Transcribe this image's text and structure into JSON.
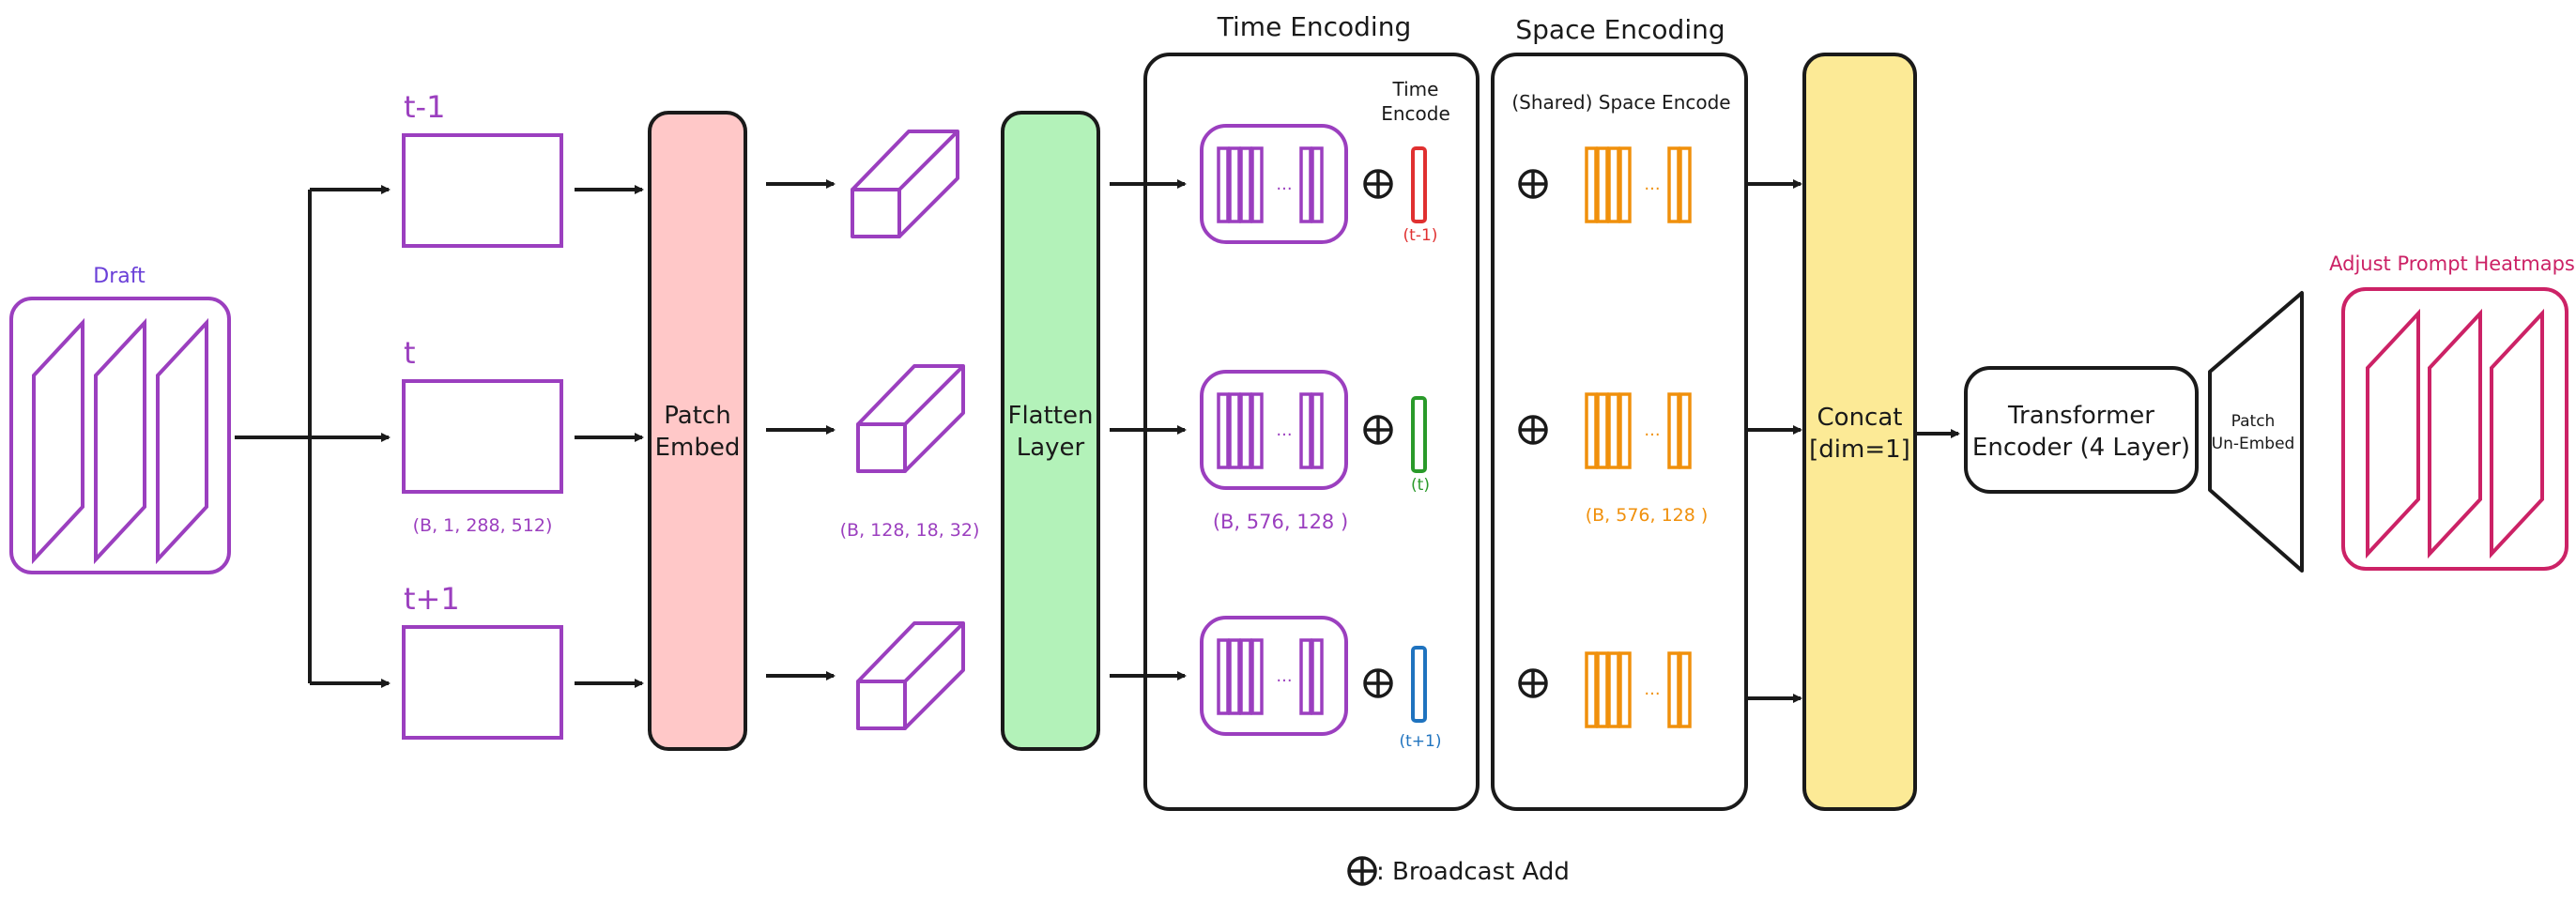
{
  "colors": {
    "purple": "#9b3fbf",
    "label_purple": "#9b3fbf",
    "draft_label": "#6a3fd8",
    "black": "#1a1a1a",
    "patch_embed_fill": "#ffc8c8",
    "flatten_fill": "#b3f2b9",
    "concat_fill": "#fcea96",
    "orange": "#f0900c",
    "red": "#e03030",
    "green": "#2a9a2a",
    "blue": "#1f73bf",
    "heatmap": "#cc2266"
  },
  "input": {
    "draft_label": "Draft",
    "frames": [
      {
        "label": "t-1"
      },
      {
        "label": "t"
      },
      {
        "label": "t+1"
      }
    ],
    "shape": "(B, 1, 288, 512)"
  },
  "patch_embed": {
    "line1": "Patch",
    "line2": "Embed"
  },
  "patches": {
    "shape": "(B, 128, 18, 32)"
  },
  "flatten": {
    "line1": "Flatten",
    "line2": "Layer"
  },
  "time_encoding": {
    "title": "Time Encoding",
    "encode_label_1": "Time",
    "encode_label_2": "Encode",
    "dots": "...",
    "shape": "(B, 576, 128 )",
    "tags": [
      {
        "label": "(t-1)",
        "color": "#e03030"
      },
      {
        "label": "(t)",
        "color": "#2a9a2a"
      },
      {
        "label": "(t+1)",
        "color": "#1f73bf"
      }
    ]
  },
  "space_encoding": {
    "title": "Space Encoding",
    "subtitle": "(Shared) Space Encode",
    "dots": "...",
    "shape": "(B, 576, 128 )"
  },
  "concat": {
    "line1": "Concat",
    "line2": "[dim=1]"
  },
  "transformer": {
    "line1": "Transformer",
    "line2": "Encoder (4 Layer)"
  },
  "unembed": {
    "line1": "Patch",
    "line2": "Un-Embed"
  },
  "output": {
    "label": "Adjust Prompt Heatmaps"
  },
  "legend": {
    "symbol": "⊕",
    "text": ": Broadcast Add"
  }
}
